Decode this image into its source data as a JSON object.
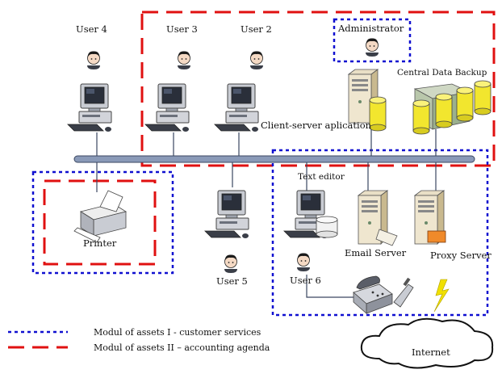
{
  "labels": {
    "user4": "User 4",
    "user3": "User 3",
    "user2": "User 2",
    "administrator": "Administrator",
    "central_backup": "Central Data Backup",
    "client_server": "Client-server aplication",
    "text_editor": "Text editor",
    "printer": "Printer",
    "user5": "User 5",
    "user6": "User 6",
    "email_server": "Email Server",
    "proxy_server": "Proxy Server",
    "internet": "Internet"
  },
  "legend": {
    "module1": "Modul of assets I - customer services",
    "module2": "Modul of assets II – accounting agenda"
  },
  "colors": {
    "module1_blue": "#1010d0",
    "module2_red": "#e01010",
    "network_bus": "#8a9ab8",
    "line": "#3a4660",
    "lightning": "#f0e000"
  }
}
